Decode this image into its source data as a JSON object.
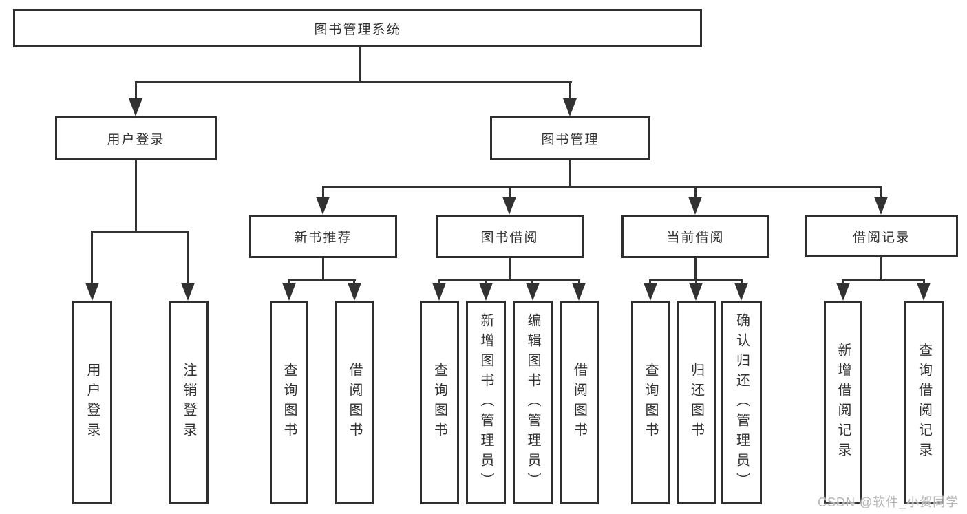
{
  "nodes": {
    "root": "图书管理系统",
    "user_login": "用户登录",
    "book_mgmt": "图书管理",
    "login": "用户登录",
    "logout": "注销登录",
    "new_rec": "新书推荐",
    "book_borrow": "图书借阅",
    "current_borrow": "当前借阅",
    "borrow_records": "借阅记录",
    "nr_query": "查询图书",
    "nr_borrow": "借阅图书",
    "bb_query": "查询图书",
    "bb_add": "新增图书（管理员）",
    "bb_edit": "编辑图书（管理员）",
    "bb_borrow": "借阅图书",
    "cb_query": "查询图书",
    "cb_return": "归还图书",
    "cb_confirm": "确认归还（管理员）",
    "br_add": "新增借阅记录",
    "br_query": "查询借阅记录"
  },
  "watermark": "CSDN @软件_小贺同学",
  "colors": {
    "line": "#323232",
    "border": "#2e2e2e",
    "text": "#333333",
    "background": "#ffffff",
    "watermark": "#b5b5b5"
  }
}
